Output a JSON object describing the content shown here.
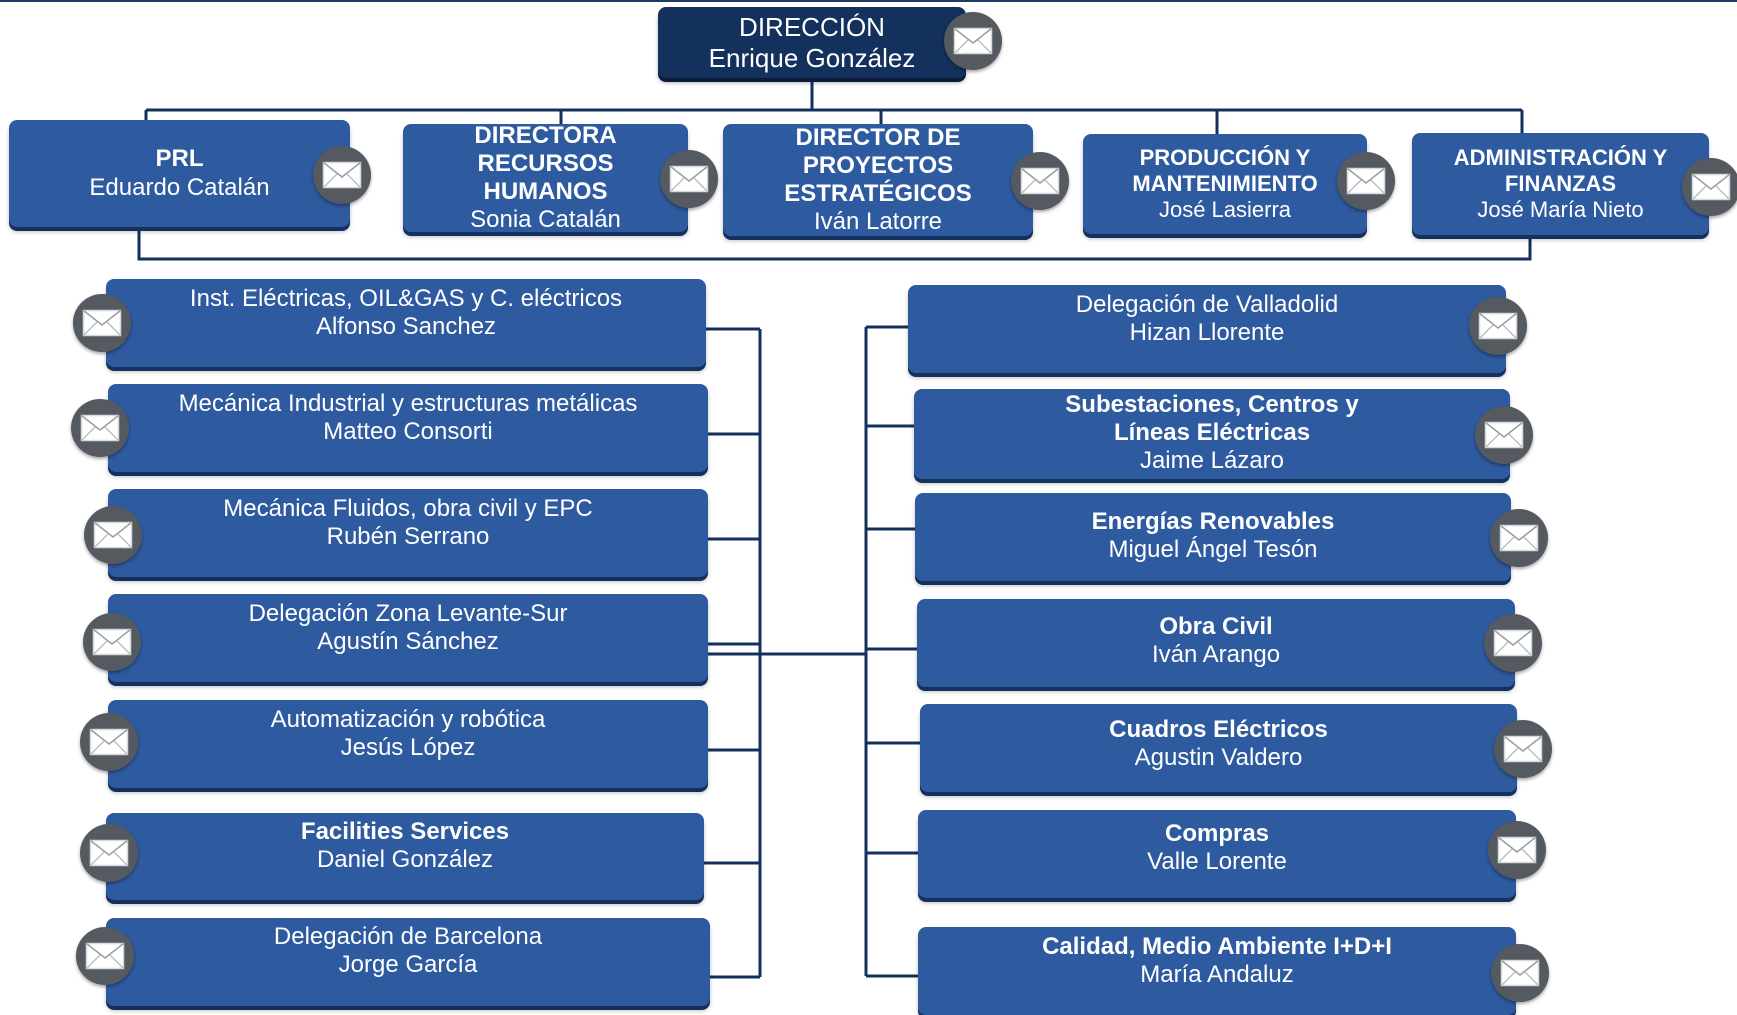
{
  "director": {
    "title": "DIRECCIÓN",
    "name": "Enrique González"
  },
  "departments": [
    {
      "title": "PRL",
      "name": "Eduardo Catalán"
    },
    {
      "title": "DIRECTORA RECURSOS HUMANOS",
      "name": "Sonia Catalán"
    },
    {
      "title": "DIRECTOR DE PROYECTOS ESTRATÉGICOS",
      "name": "Iván Latorre"
    },
    {
      "title": "PRODUCCIÓN Y MANTENIMIENTO",
      "name": "José Lasierra"
    },
    {
      "title": "ADMINISTRACIÓN Y FINANZAS",
      "name": "José María Nieto"
    }
  ],
  "left_units": [
    {
      "title": "Inst. Eléctricas, OIL&GAS y C. eléctricos",
      "name": "Alfonso Sanchez"
    },
    {
      "title": "Mecánica Industrial y estructuras metálicas",
      "name": "Matteo Consorti"
    },
    {
      "title": "Mecánica Fluidos, obra civil y EPC",
      "name": "Rubén Serrano"
    },
    {
      "title": "Delegación Zona Levante-Sur",
      "name": "Agustín Sánchez"
    },
    {
      "title": "Automatización y robótica",
      "name": "Jesús López"
    },
    {
      "title": "Facilities Services",
      "name": "Daniel González"
    },
    {
      "title": "Delegación de Barcelona",
      "name": "Jorge García"
    }
  ],
  "right_units": [
    {
      "title": "Delegación de Valladolid",
      "name": "Hizan Llorente"
    },
    {
      "title": "Subestaciones, Centros y Líneas Eléctricas",
      "name": "Jaime Lázaro"
    },
    {
      "title": "Energías Renovables",
      "name": "Miguel Ángel Tesón"
    },
    {
      "title": "Obra Civil",
      "name": "Iván Arango"
    },
    {
      "title": "Cuadros Eléctricos",
      "name": "Agustin Valdero"
    },
    {
      "title": "Compras",
      "name": "Valle Lorente"
    },
    {
      "title": "Calidad, Medio Ambiente I+D+I",
      "name": "María Andaluz"
    }
  ],
  "icons": {
    "contact": "envelope-icon"
  },
  "colors": {
    "box": "#2e5aa0",
    "top_box": "#14305c",
    "connector": "#14305c",
    "icon_circle": "#555a61"
  }
}
